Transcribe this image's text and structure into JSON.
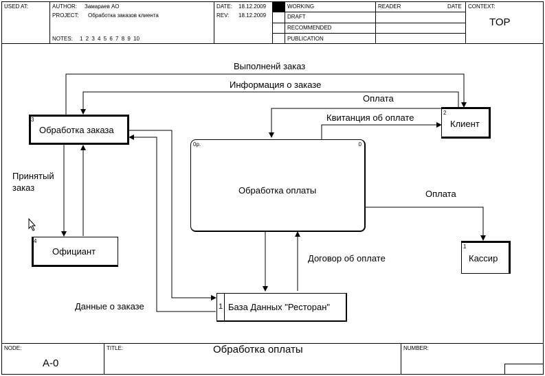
{
  "header": {
    "used_at_label": "USED AT:",
    "author_label": "AUTHOR:",
    "author_value": "Замараев АО",
    "project_label": "PROJECT:",
    "project_value": "Обработка заказов клиента",
    "notes_label": "NOTES:",
    "notes_value": "1 2 3 4 5 6 7 8 9 10",
    "date_label": "DATE:",
    "date_value": "18.12.2009",
    "rev_label": "REV:",
    "rev_value": "18.12.2009",
    "status": [
      "WORKING",
      "DRAFT",
      "RECOMMENDED",
      "PUBLICATION"
    ],
    "reader_label": "READER",
    "reader_date_label": "DATE",
    "context_label": "CONTEXT:",
    "context_value": "TOP"
  },
  "diagram": {
    "entities": {
      "order_processing": {
        "number": "3",
        "label": "Обработка заказа"
      },
      "waiter": {
        "number": "4",
        "label": "Официант"
      },
      "client": {
        "number": "2",
        "label": "Клиент"
      },
      "cashier": {
        "number": "1",
        "label": "Кассир"
      }
    },
    "process": {
      "id": "0р.",
      "number": "0",
      "label": "Обработка оплаты"
    },
    "datastore": {
      "number": "1",
      "label": "База Данных \"Ресторан\""
    },
    "arrows": {
      "completed_order": "Выполненй заказ",
      "order_info": "Информация о заказе",
      "payment_top": "Оплата",
      "receipt": "Квитанция об оплате",
      "accepted_order": "Принятый\nзаказ",
      "payment_cashier": "Оплата",
      "payment_contract": "Договор об оплате",
      "order_data": "Данные о заказе"
    }
  },
  "footer": {
    "node_label": "NODE:",
    "node_value": "А-0",
    "title_label": "TITLE:",
    "title_value": "Обработка оплаты",
    "number_label": "NUMBER:"
  }
}
